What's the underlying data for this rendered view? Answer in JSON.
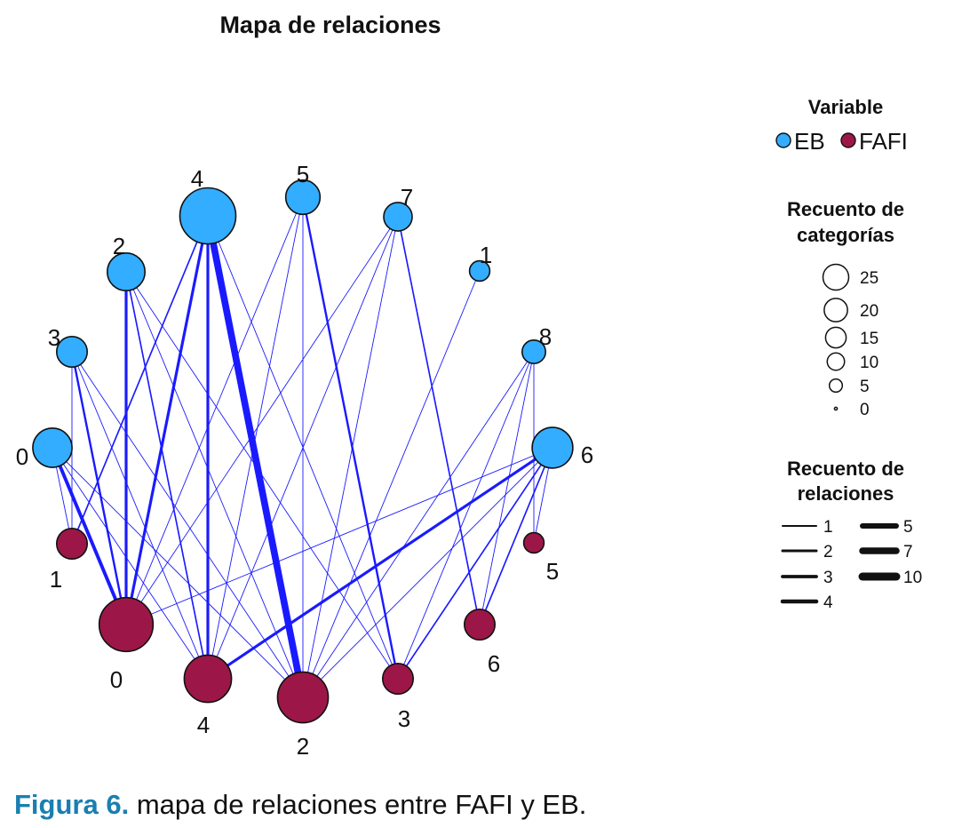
{
  "title": "Mapa de relaciones",
  "caption": {
    "label": "Figura 6.",
    "text": " mapa de relaciones entre FAFI y EB."
  },
  "colors": {
    "EB": "#33adff",
    "FAFI": "#9c1747",
    "edge": "#1a1aff"
  },
  "legend": {
    "variable_title": "Variable",
    "variable_items": [
      {
        "name": "EB",
        "color": "#33adff"
      },
      {
        "name": "FAFI",
        "color": "#9c1747"
      }
    ],
    "category_title": [
      "Recuento de",
      "categorías"
    ],
    "category_sizes": [
      25,
      20,
      15,
      10,
      5,
      0
    ],
    "relation_title": [
      "Recuento de",
      "relaciones"
    ],
    "relation_counts": [
      1,
      2,
      3,
      4,
      5,
      7,
      10
    ]
  },
  "nodes": [
    {
      "id": "EB4",
      "label": "4",
      "group": "EB",
      "size": 25
    },
    {
      "id": "EB5",
      "label": "5",
      "group": "EB",
      "size": 8
    },
    {
      "id": "EB7",
      "label": "7",
      "group": "EB",
      "size": 5
    },
    {
      "id": "EB1",
      "label": "1",
      "group": "EB",
      "size": 2
    },
    {
      "id": "EB2",
      "label": "2",
      "group": "EB",
      "size": 10
    },
    {
      "id": "EB3",
      "label": "3",
      "group": "EB",
      "size": 6
    },
    {
      "id": "EB8",
      "label": "8",
      "group": "EB",
      "size": 3
    },
    {
      "id": "EB0",
      "label": "0",
      "group": "EB",
      "size": 11
    },
    {
      "id": "EB6",
      "label": "6",
      "group": "EB",
      "size": 12
    },
    {
      "id": "FAFI1",
      "label": "1",
      "group": "FAFI",
      "size": 6
    },
    {
      "id": "FAFI5",
      "label": "5",
      "group": "FAFI",
      "size": 2
    },
    {
      "id": "FAFI0",
      "label": "0",
      "group": "FAFI",
      "size": 23
    },
    {
      "id": "FAFI6",
      "label": "6",
      "group": "FAFI",
      "size": 6
    },
    {
      "id": "FAFI4",
      "label": "4",
      "group": "FAFI",
      "size": 17
    },
    {
      "id": "FAFI3",
      "label": "3",
      "group": "FAFI",
      "size": 6
    },
    {
      "id": "FAFI2",
      "label": "2",
      "group": "FAFI",
      "size": 20
    }
  ],
  "edges": [
    {
      "from": "EB4",
      "to": "FAFI0",
      "count": 4
    },
    {
      "from": "EB4",
      "to": "FAFI4",
      "count": 4
    },
    {
      "from": "EB4",
      "to": "FAFI2",
      "count": 10
    },
    {
      "from": "EB4",
      "to": "FAFI1",
      "count": 2
    },
    {
      "from": "EB4",
      "to": "FAFI3",
      "count": 1
    },
    {
      "from": "EB2",
      "to": "FAFI0",
      "count": 4
    },
    {
      "from": "EB2",
      "to": "FAFI4",
      "count": 2
    },
    {
      "from": "EB2",
      "to": "FAFI2",
      "count": 1
    },
    {
      "from": "EB2",
      "to": "FAFI3",
      "count": 1
    },
    {
      "from": "EB3",
      "to": "FAFI0",
      "count": 3
    },
    {
      "from": "EB3",
      "to": "FAFI1",
      "count": 1
    },
    {
      "from": "EB3",
      "to": "FAFI4",
      "count": 1
    },
    {
      "from": "EB3",
      "to": "FAFI2",
      "count": 1
    },
    {
      "from": "EB0",
      "to": "FAFI0",
      "count": 5
    },
    {
      "from": "EB0",
      "to": "FAFI1",
      "count": 1
    },
    {
      "from": "EB0",
      "to": "FAFI4",
      "count": 1
    },
    {
      "from": "EB0",
      "to": "FAFI2",
      "count": 1
    },
    {
      "from": "EB5",
      "to": "FAFI3",
      "count": 3
    },
    {
      "from": "EB5",
      "to": "FAFI2",
      "count": 1
    },
    {
      "from": "EB5",
      "to": "FAFI4",
      "count": 1
    },
    {
      "from": "EB5",
      "to": "FAFI0",
      "count": 1
    },
    {
      "from": "EB7",
      "to": "FAFI6",
      "count": 2
    },
    {
      "from": "EB7",
      "to": "FAFI0",
      "count": 1
    },
    {
      "from": "EB7",
      "to": "FAFI4",
      "count": 1
    },
    {
      "from": "EB7",
      "to": "FAFI2",
      "count": 1
    },
    {
      "from": "EB1",
      "to": "FAFI2",
      "count": 1
    },
    {
      "from": "EB8",
      "to": "FAFI5",
      "count": 1
    },
    {
      "from": "EB8",
      "to": "FAFI6",
      "count": 1
    },
    {
      "from": "EB8",
      "to": "FAFI2",
      "count": 1
    },
    {
      "from": "EB8",
      "to": "FAFI3",
      "count": 1
    },
    {
      "from": "EB6",
      "to": "FAFI4",
      "count": 4
    },
    {
      "from": "EB6",
      "to": "FAFI3",
      "count": 2
    },
    {
      "from": "EB6",
      "to": "FAFI6",
      "count": 2
    },
    {
      "from": "EB6",
      "to": "FAFI5",
      "count": 1
    },
    {
      "from": "EB6",
      "to": "FAFI2",
      "count": 1
    },
    {
      "from": "EB6",
      "to": "FAFI0",
      "count": 1
    }
  ]
}
